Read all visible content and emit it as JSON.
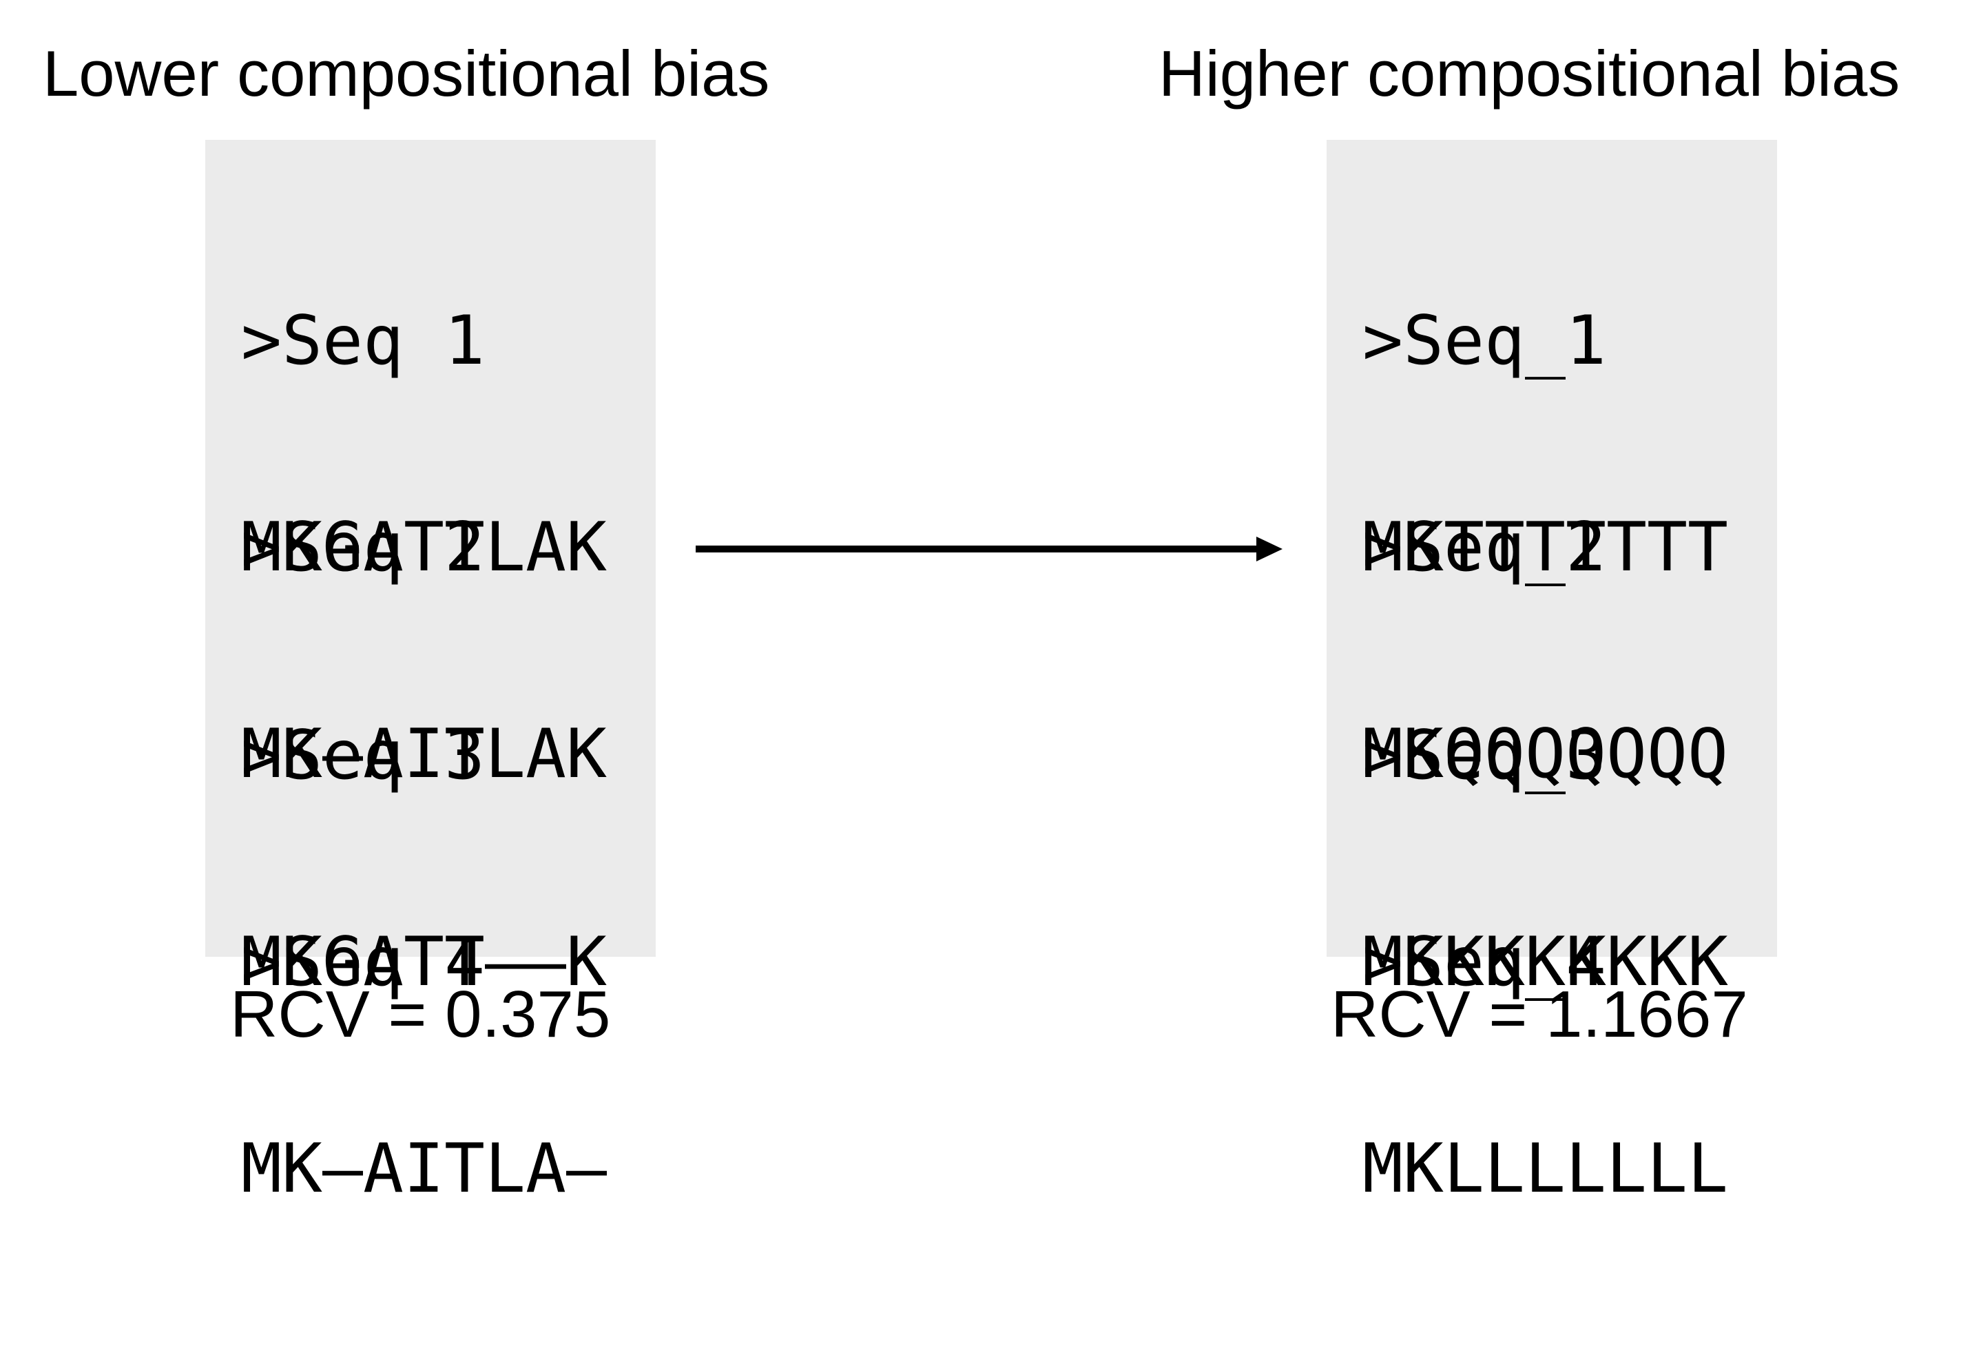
{
  "left_panel": {
    "title": "Lower compositional bias",
    "sequences": [
      {
        "header": ">Seq 1",
        "residues": "MKGATTLAK"
      },
      {
        "header": ">Seq 2",
        "residues": "MK–AITLAK"
      },
      {
        "header": ">Seq 3",
        "residues": "MKGATT––K"
      },
      {
        "header": ">Seq 4",
        "residues": "MK–AITLA–"
      }
    ],
    "rcv": "RCV = 0.375"
  },
  "right_panel": {
    "title": "Higher compositional bias",
    "sequences": [
      {
        "header": ">Seq_1",
        "residues": "MKTTTTTTT"
      },
      {
        "header": ">Seq_2",
        "residues": "MKQQQQQQQ"
      },
      {
        "header": ">Seq_3",
        "residues": "MKKKKKKKK"
      },
      {
        "header": ">Seq_4",
        "residues": "MKLLLLLLL"
      }
    ],
    "rcv": "RCV = 1.1667"
  },
  "colors": {
    "box_background": "#ebebeb",
    "text": "#000000",
    "arrow": "#000000"
  }
}
